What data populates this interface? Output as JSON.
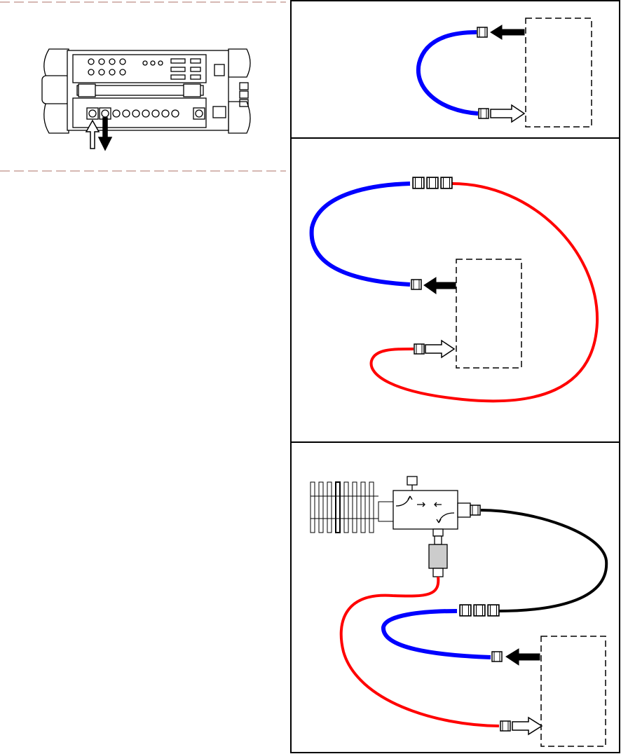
{
  "colors": {
    "cable_blue": "#0000ff",
    "cable_red": "#ff0000",
    "cable_black": "#000000",
    "guide_dash": "#c8a09a",
    "frame": "#000000",
    "attenuator_fill": "#cccccc"
  },
  "icons": {
    "instrument": "network-analyzer-rear-icon",
    "port_in_arrow": "hollow-arrow-icon",
    "port_out_arrow": "solid-arrow-icon",
    "adapter": "connector-adapter-icon",
    "load": "heatsink-load-icon",
    "coupler": "directional-coupler-icon",
    "attenuator": "attenuator-icon"
  },
  "panels": [
    {
      "id": "panel-1",
      "cables": [
        "blue"
      ]
    },
    {
      "id": "panel-2",
      "cables": [
        "blue",
        "red"
      ]
    },
    {
      "id": "panel-3",
      "cables": [
        "blue",
        "red",
        "black"
      ]
    }
  ]
}
